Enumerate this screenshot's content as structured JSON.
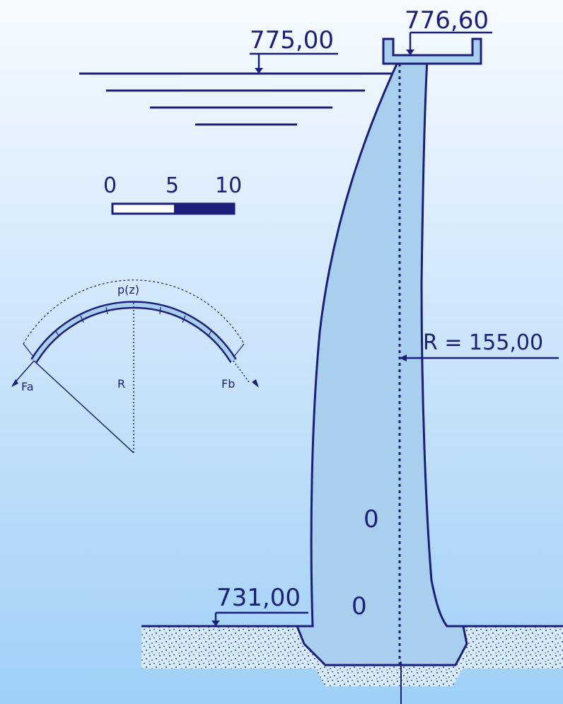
{
  "labels": {
    "crest_top": "776,60",
    "water_level": "775,00",
    "foundation": "731,00",
    "radius": "R = 155,00",
    "gallery_upper": "0",
    "gallery_lower": "0"
  },
  "scale_bar": {
    "ticks": [
      "0",
      "5",
      "10"
    ]
  },
  "arch_inset": {
    "pressure": "p(z)",
    "radius": "R",
    "force_a": "Fa",
    "force_b": "Fb"
  },
  "colors": {
    "line": "#1b1f7a",
    "dam_fill": "#a9cfee",
    "ground": "#d9ecfb",
    "dots": "#2a2f8c"
  }
}
